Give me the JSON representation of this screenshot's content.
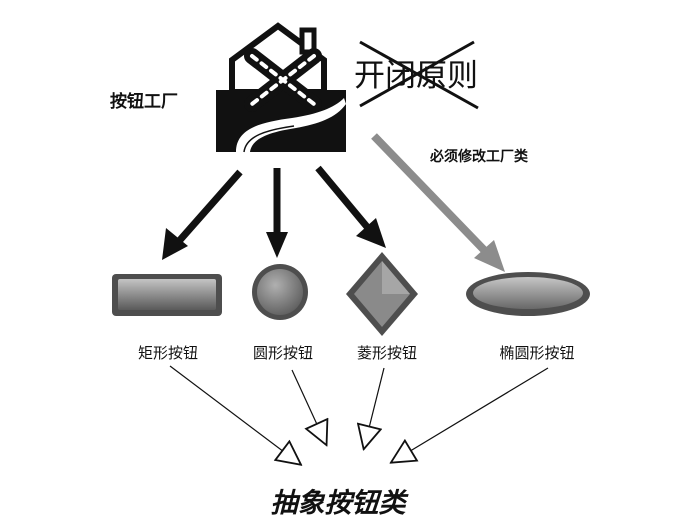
{
  "factory": {
    "label": "按钮工厂"
  },
  "principle": {
    "label": "开闭原则"
  },
  "modify_note": {
    "label": "必须修改工厂类"
  },
  "shapes": [
    {
      "key": "rect",
      "label": "矩形按钮"
    },
    {
      "key": "circle",
      "label": "圆形按钮"
    },
    {
      "key": "diamond",
      "label": "菱形按钮"
    },
    {
      "key": "ellipse",
      "label": "椭圆形按钮"
    }
  ],
  "abstract": {
    "label": "抽象按钮类"
  },
  "colors": {
    "black": "#111111",
    "shape_fill": "#8a8a8a",
    "shape_dark": "#5a5a5a",
    "shape_light": "#b8b8b8",
    "gray_arrow": "#8c8c8c"
  },
  "icons": [
    "factory-house-icon",
    "crossed-house-icon"
  ]
}
